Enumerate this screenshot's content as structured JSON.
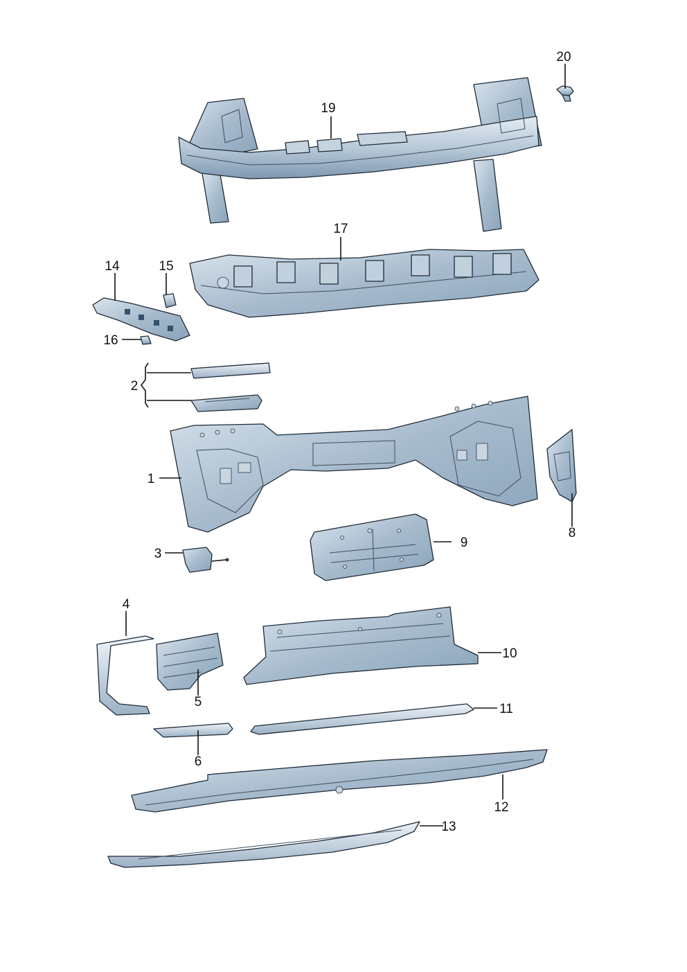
{
  "colors": {
    "part_fill_light": "#dce6ef",
    "part_fill_mid": "#a9bccd",
    "part_fill_dark": "#6f8aa3",
    "outline": "#1e2a36"
  },
  "callouts": {
    "c1": "1",
    "c2": "2",
    "c3": "3",
    "c4": "4",
    "c5": "5",
    "c6": "6",
    "c8": "8",
    "c9": "9",
    "c10": "10",
    "c11": "11",
    "c12": "12",
    "c13": "13",
    "c14": "14",
    "c15": "15",
    "c16": "16",
    "c17": "17",
    "c19": "19",
    "c20": "20"
  }
}
